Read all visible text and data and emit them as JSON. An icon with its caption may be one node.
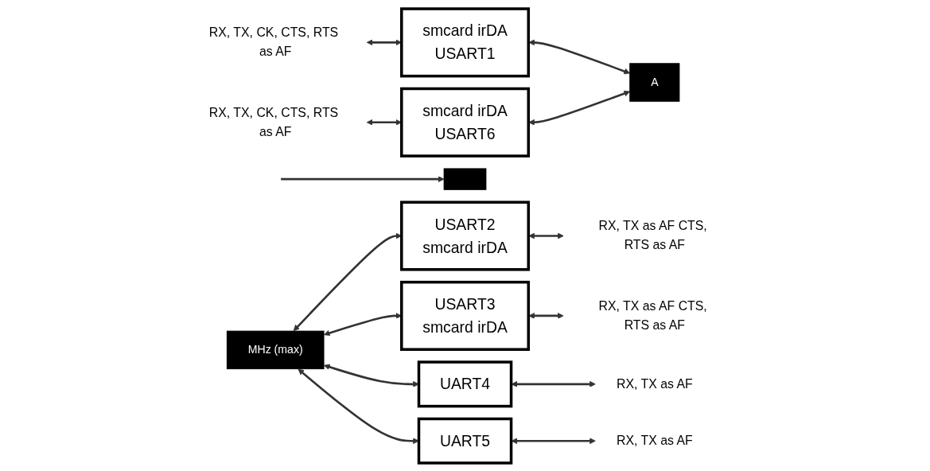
{
  "diagram": {
    "nodes": [
      {
        "text": [
          "RX, TX, CK, CTS, RTS as AF"
        ]
      },
      {
        "text": [
          "smcard irDA",
          "USART1"
        ]
      },
      {
        "text": [
          "A"
        ]
      },
      {
        "text": [
          "RX, TX, CK, CTS, RTS as AF"
        ]
      },
      {
        "text": [
          "smcard irDA",
          "USART6"
        ]
      },
      {
        "text": [],
        "shape": "bar"
      },
      {
        "text": [
          "MHz (max)"
        ]
      },
      {
        "text": [
          "USART2",
          "smcard irDA"
        ]
      },
      {
        "text": [
          "RX, TX as AF CTS, RTS as AF"
        ]
      },
      {
        "text": [
          "USART3",
          "smcard irDA"
        ]
      },
      {
        "text": [
          "RX, TX as AF CTS, RTS as AF"
        ]
      },
      {
        "text": [
          "UART4"
        ]
      },
      {
        "text": [
          "RX, TX as AF"
        ]
      },
      {
        "text": [
          "UART5"
        ]
      },
      {
        "text": [
          "RX, TX as AF"
        ]
      }
    ],
    "edges": [
      {
        "from": 0,
        "to": 1,
        "arrow": "both"
      },
      {
        "from": 1,
        "to": 2,
        "arrow": "both"
      },
      {
        "from": 3,
        "to": 4,
        "arrow": "both"
      },
      {
        "from": 4,
        "to": 2,
        "arrow": "both"
      },
      {
        "from": null,
        "to": 5,
        "arrow": "to"
      },
      {
        "from": 6,
        "to": 7,
        "arrow": "both"
      },
      {
        "from": 7,
        "to": 8,
        "arrow": "both"
      },
      {
        "from": 6,
        "to": 9,
        "arrow": "both"
      },
      {
        "from": 9,
        "to": 10,
        "arrow": "both"
      },
      {
        "from": 6,
        "to": 11,
        "arrow": "both"
      },
      {
        "from": 11,
        "to": 12,
        "arrow": "both"
      },
      {
        "from": 6,
        "to": 13,
        "arrow": "both"
      },
      {
        "from": 13,
        "to": 14,
        "arrow": "both"
      }
    ]
  }
}
